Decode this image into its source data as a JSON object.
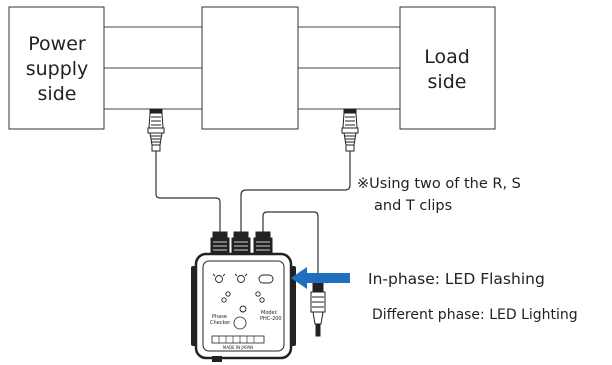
{
  "boxes": {
    "power_supply": {
      "lines": [
        "Power",
        "supply",
        "side"
      ]
    },
    "load": {
      "lines": [
        "Load",
        "side"
      ]
    }
  },
  "note": {
    "lines": [
      "※Using two of the R, S",
      "and T clips"
    ]
  },
  "legend": {
    "in_phase": "In-phase: LED Flashing",
    "different_phase": "Different phase: LED Lighting"
  },
  "device": {
    "phase_label_top": "Phase",
    "phase_label_bottom": "Checker",
    "model_label": "Model:",
    "model_number": "PHC-200",
    "origin": "MADE IN JAPAN"
  },
  "colors": {
    "line": "#333333",
    "arrow": "#1e6fc0",
    "device_body": "#ffffff"
  }
}
